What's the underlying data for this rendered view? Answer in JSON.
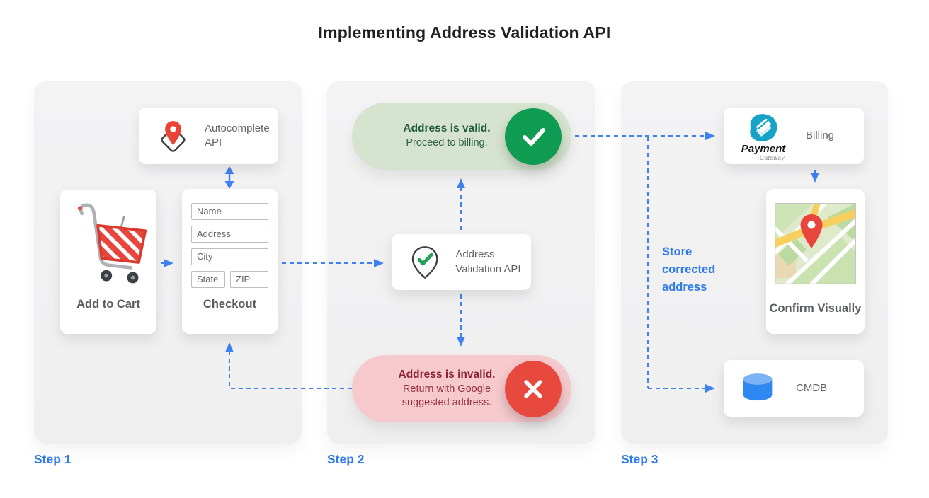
{
  "title": "Implementing Address Validation API",
  "steps": {
    "step1": "Step 1",
    "step2": "Step 2",
    "step3": "Step 3"
  },
  "step1": {
    "autocomplete_label": "Autocomplete API",
    "cart_label": "Add to Cart",
    "checkout_label": "Checkout",
    "form_fields": [
      "Name",
      "Address",
      "City",
      "State",
      "ZIP"
    ]
  },
  "step2": {
    "valid_title": "Address is valid.",
    "valid_subtitle": "Proceed to billing.",
    "validation_api_label": "Address Validation API",
    "invalid_title": "Address is invalid.",
    "invalid_subtitle": "Return with Google suggested address."
  },
  "step3": {
    "billing_label": "Billing",
    "payment_logo_title": "Payment",
    "payment_logo_subtitle": "Gateway",
    "confirm_label": "Confirm Visually",
    "cmdb_label": "CMDB",
    "store_note": "Store corrected address"
  },
  "colors": {
    "arrow_blue": "#3e82f0",
    "step_label_blue": "#2d7be8",
    "valid_pill_bg": "#d5e3cf",
    "valid_circle": "#0f9c52",
    "invalid_pill_bg": "#f6cacd",
    "invalid_circle": "#e8493e",
    "payment_teal": "#16a3c7",
    "pin_red": "#ea4335",
    "cmdb_blue": "#2f87f1"
  }
}
